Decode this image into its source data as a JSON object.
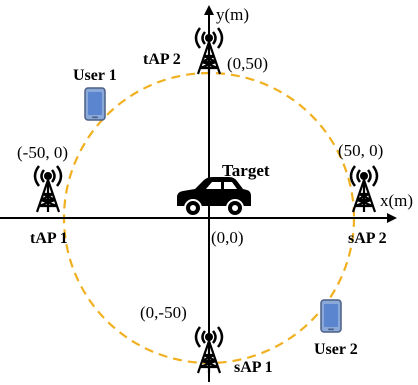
{
  "axes": {
    "x_label": "x(m)",
    "y_label": "y(m)",
    "origin_label": "(0,0)"
  },
  "nodes": {
    "tap1": {
      "name": "tAP 1",
      "coord": "(-50, 0)"
    },
    "tap2": {
      "name": "tAP 2",
      "coord": "(0,50)"
    },
    "sap1": {
      "name": "sAP 1",
      "coord": "(0,-50)"
    },
    "sap2": {
      "name": "sAP 2",
      "coord": "(50, 0)"
    }
  },
  "target": {
    "label": "Target"
  },
  "users": {
    "user1": "User 1",
    "user2": "User 2"
  },
  "colors": {
    "circle": "#f0b020",
    "phone_body": "#8aa8d8",
    "phone_screen": "#5b86cf",
    "ink": "#000000"
  }
}
